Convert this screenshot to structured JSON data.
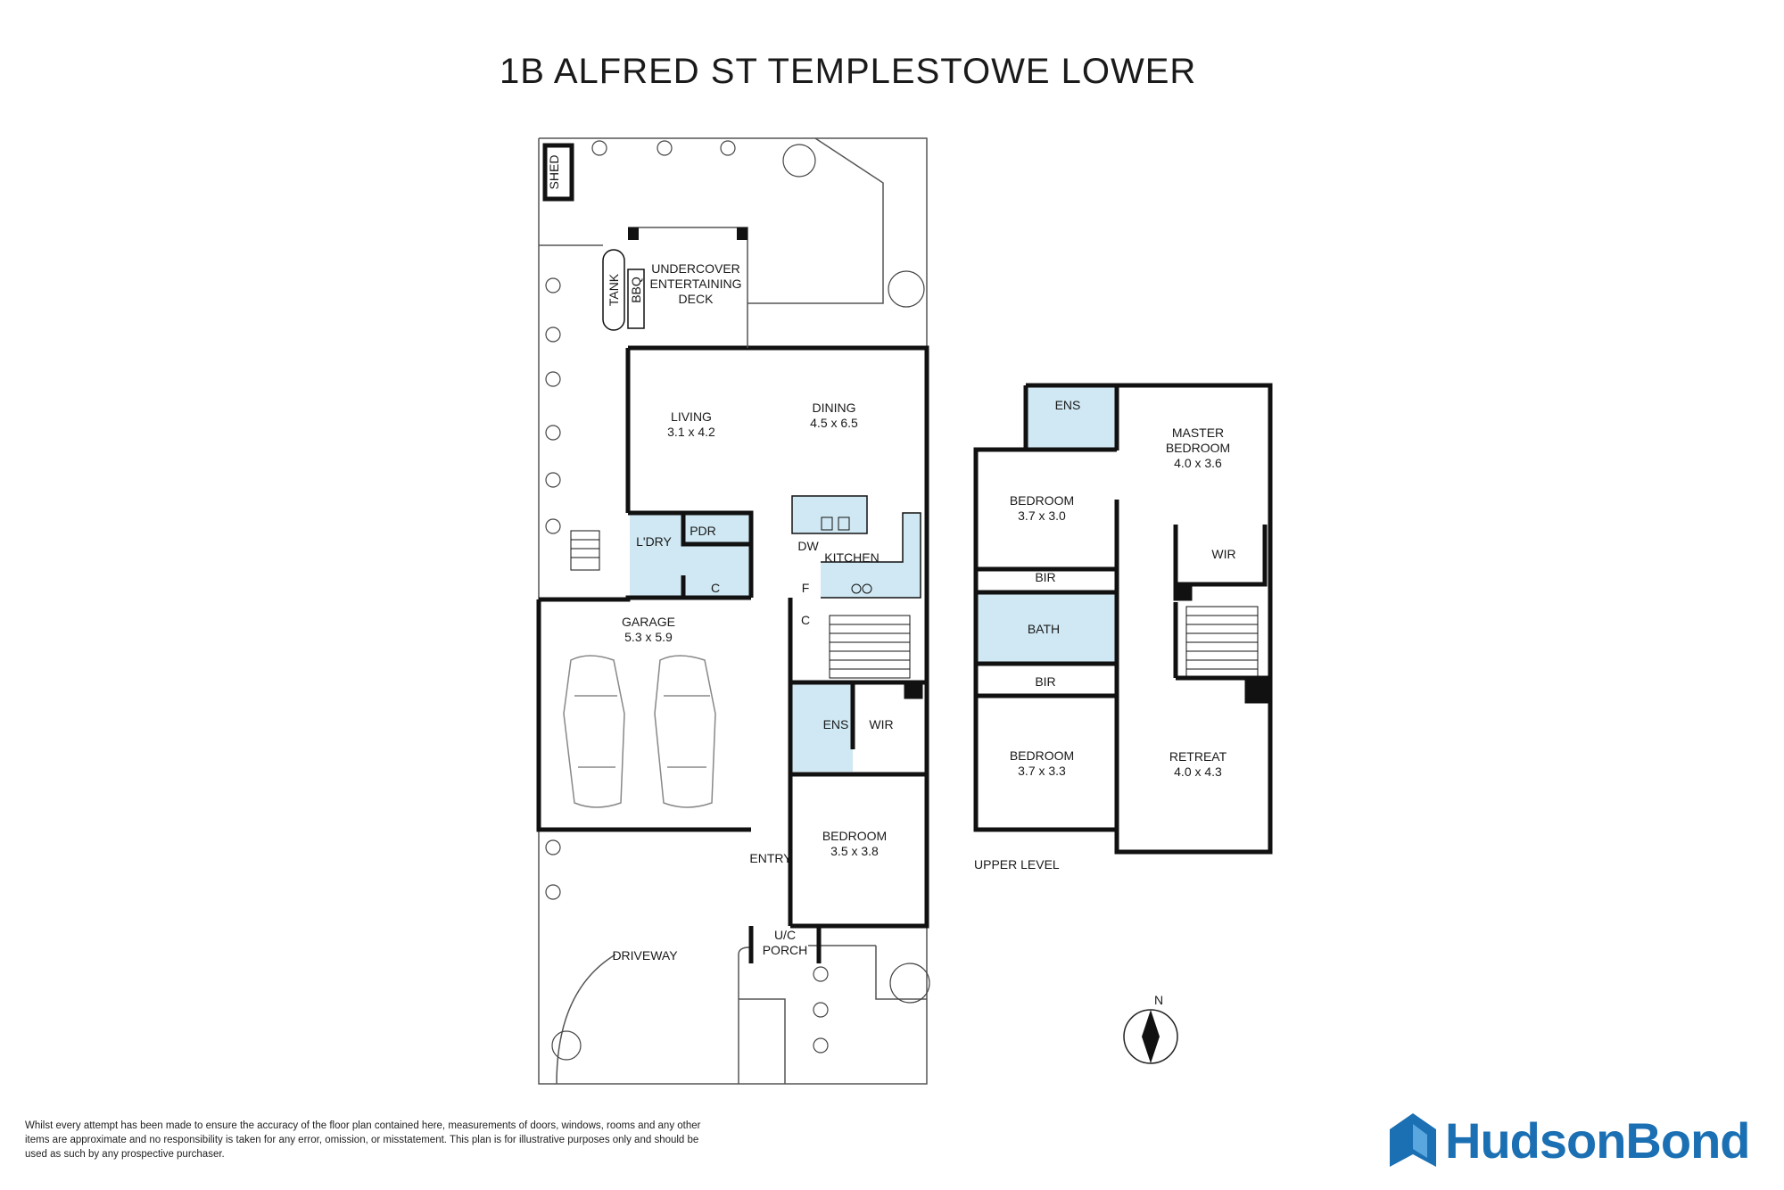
{
  "title": "1B ALFRED ST TEMPLESTOWE LOWER",
  "rooms": {
    "shed": "SHED",
    "tank": "TANK",
    "bbq": "BBQ",
    "deck_1": "UNDERCOVER",
    "deck_2": "ENTERTAINING",
    "deck_3": "DECK",
    "living": "LIVING",
    "living_dim": "3.1 x 4.2",
    "dining": "DINING",
    "dining_dim": "4.5 x 6.5",
    "laundry": "L'DRY",
    "pdr": "PDR",
    "dw": "DW",
    "kitchen": "KITCHEN",
    "c1": "C",
    "f": "F",
    "c2": "C",
    "garage": "GARAGE",
    "garage_dim": "5.3 x 5.9",
    "ens_ground": "ENS",
    "wir_ground": "WIR",
    "bedroom_ground": "BEDROOM",
    "bedroom_ground_dim": "3.5 x 3.8",
    "entry": "ENTRY",
    "porch_1": "U/C",
    "porch_2": "PORCH",
    "driveway": "DRIVEWAY",
    "ens_upper": "ENS",
    "master_1": "MASTER",
    "master_2": "BEDROOM",
    "master_dim": "4.0 x 3.6",
    "bedroom2": "BEDROOM",
    "bedroom2_dim": "3.7 x 3.0",
    "wir_upper": "WIR",
    "bir1": "BIR",
    "bath": "BATH",
    "bir2": "BIR",
    "bedroom3": "BEDROOM",
    "bedroom3_dim": "3.7 x 3.3",
    "retreat": "RETREAT",
    "retreat_dim": "4.0 x 4.3"
  },
  "upper_level": "UPPER LEVEL",
  "compass": "N",
  "disclaimer": "Whilst every attempt has been made to ensure the accuracy of the floor plan contained here, measurements of doors, windows, rooms and any other items are approximate and no responsibility is taken for any error, omission, or misstatement. This plan is for illustrative purposes only and should be used as such by any prospective purchaser.",
  "logo": "HudsonBond",
  "colors": {
    "wet_area": "#cfe8f3",
    "wall": "#111111",
    "brand": "#1b6fb3"
  }
}
